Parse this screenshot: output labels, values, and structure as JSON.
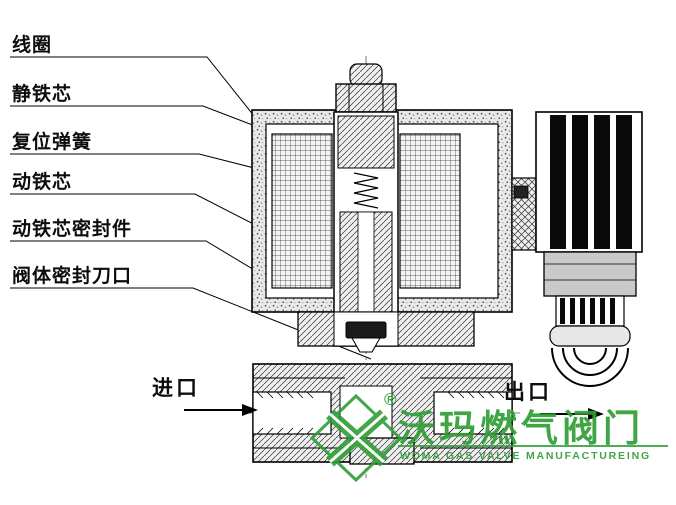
{
  "diagram": {
    "labels": [
      {
        "id": "coil",
        "text": "线圈"
      },
      {
        "id": "static-core",
        "text": "静铁芯"
      },
      {
        "id": "return-spring",
        "text": "复位弹簧"
      },
      {
        "id": "moving-core",
        "text": "动铁芯"
      },
      {
        "id": "moving-core-seal",
        "text": "动铁芯密封件"
      },
      {
        "id": "valve-seal-edge",
        "text": "阀体密封刀口"
      }
    ],
    "flow": {
      "inlet_label": "进口",
      "outlet_label": "出口"
    }
  },
  "watermark": {
    "brand": "沃玛燃气阀门",
    "subtitle": "WOMA  GAS  VALVE  MANUFACTUREING",
    "registered": "®",
    "accent_color": "#2f9e36"
  }
}
